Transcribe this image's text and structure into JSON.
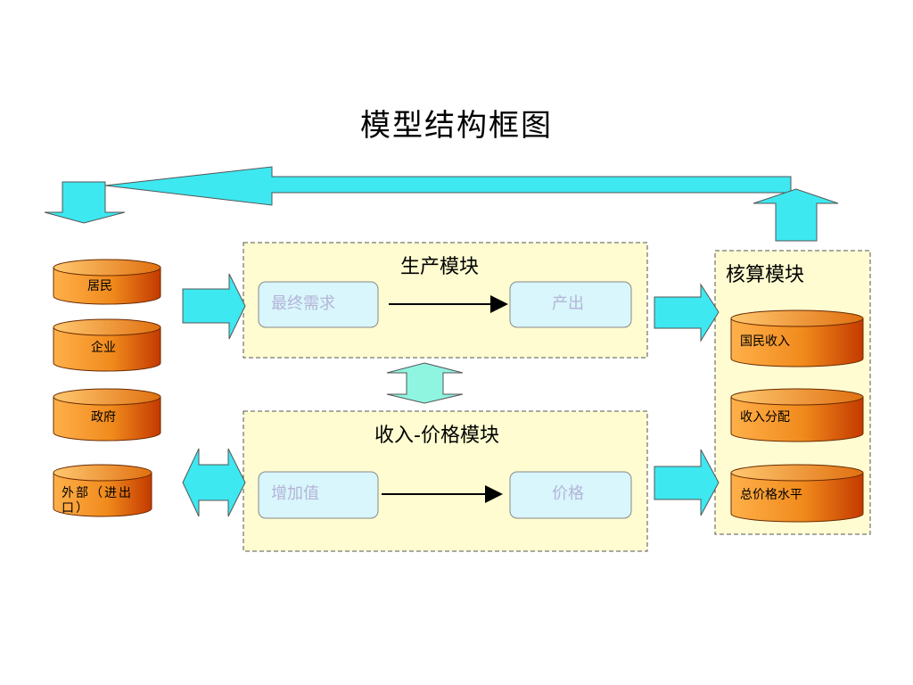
{
  "title": "模型结构框图",
  "sectors": [
    "居民",
    "企业",
    "政府",
    "外部（进出口）"
  ],
  "production_module": {
    "title": "生产模块",
    "from": "最终需求",
    "to": "产出"
  },
  "income_price_module": {
    "title": "收入-价格模块",
    "from": "增加值",
    "to": "价格"
  },
  "accounting_module": {
    "title": "核算模块",
    "items": [
      "国民收入",
      "收入分配",
      "总价格水平"
    ]
  },
  "colors": {
    "arrow_fill": "#3de8f0",
    "arrow_fill_light": "#8ff5e0",
    "module_bg": "#fefcd0",
    "inner_box": "#d8f6fb",
    "cylinder_light": "#ffb04a",
    "cylinder_dark": "#c43a00"
  }
}
